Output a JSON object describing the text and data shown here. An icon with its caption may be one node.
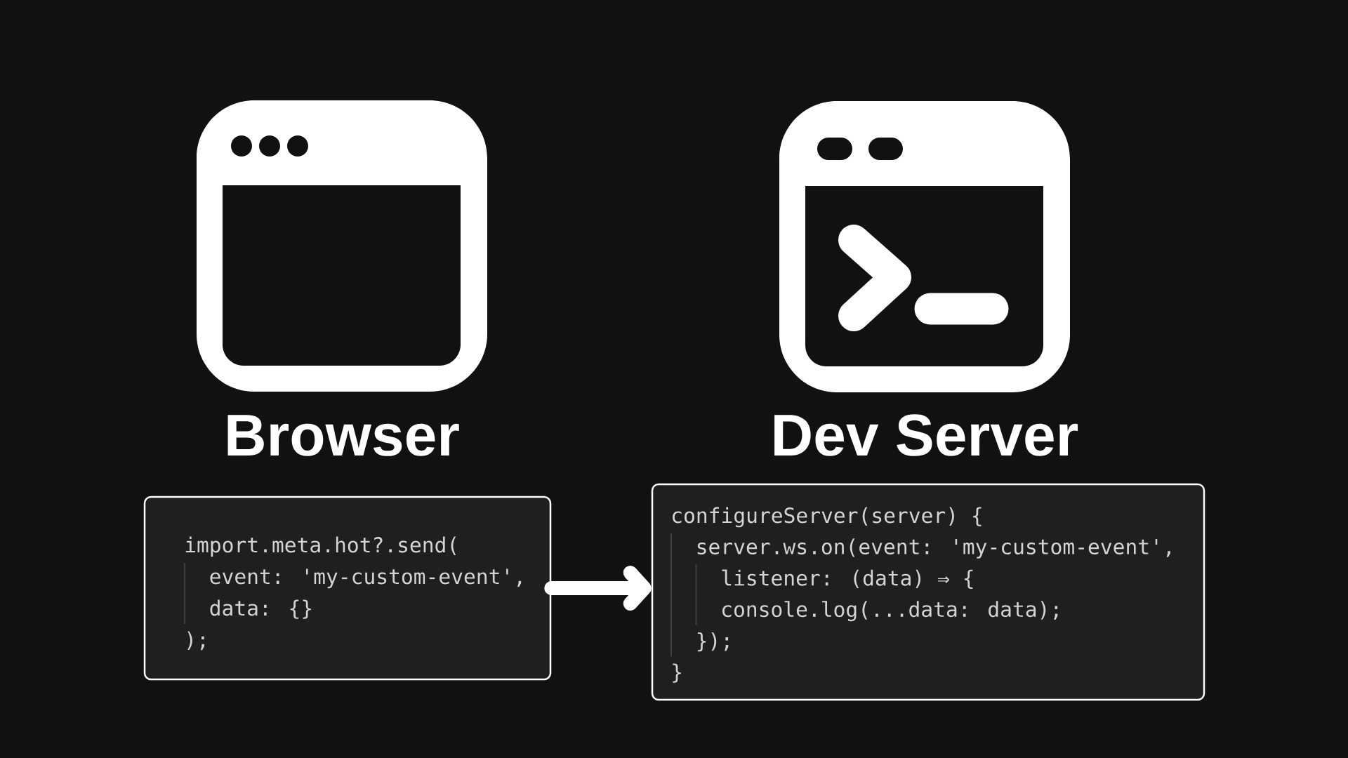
{
  "diagram": {
    "nodes": [
      {
        "text": [
          "Browser"
        ]
      },
      {
        "text": [
          "Dev Server"
        ]
      },
      {
        "text": [
          "import.meta.hot?.send(",
          "event: 'my-custom-event',",
          "data: {}",
          ");"
        ]
      },
      {
        "text": [
          "configureServer(server) {",
          "server.ws.on(event: 'my-custom-event',",
          "listener: (data) ⇒ {",
          "console.log(...data: data);",
          "});",
          "}"
        ]
      }
    ],
    "edges": [
      {
        "from": 2,
        "to": 3,
        "arrow": "to"
      }
    ]
  }
}
